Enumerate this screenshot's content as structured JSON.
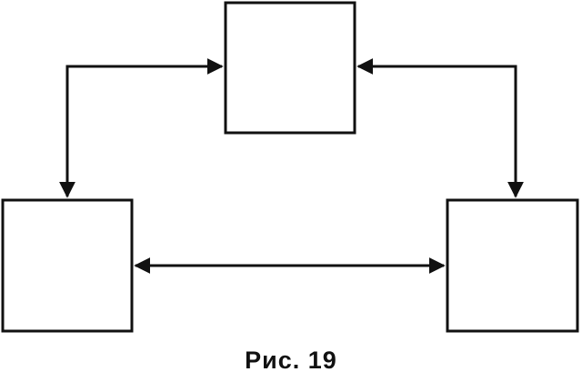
{
  "caption": "Рис. 19",
  "colors": {
    "stroke": "#111111",
    "background": "#ffffff"
  },
  "diagram": {
    "boxes": [
      {
        "id": "top",
        "label": ""
      },
      {
        "id": "left",
        "label": ""
      },
      {
        "id": "right",
        "label": ""
      }
    ],
    "connections": [
      {
        "from": "left",
        "to": "top",
        "bidirectional": true
      },
      {
        "from": "top",
        "to": "right",
        "bidirectional": true
      },
      {
        "from": "left",
        "to": "right",
        "bidirectional": true
      }
    ]
  }
}
